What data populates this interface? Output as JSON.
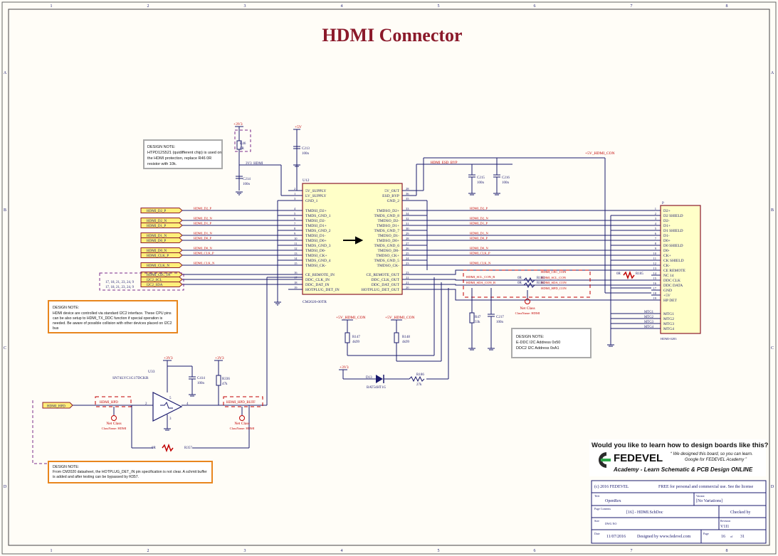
{
  "title": "HDMI Connector",
  "frame": {
    "cols": [
      "1",
      "2",
      "3",
      "4",
      "5",
      "6",
      "7",
      "8"
    ],
    "rows": [
      "A",
      "B",
      "C",
      "D"
    ]
  },
  "notes": {
    "note1": {
      "head": "DESIGN NOTE:",
      "l1": "HTPD12S521 (quidifferent chip) is used on",
      "l2": "the HDMI protection, replace R46 0R",
      "l3": "resistor with 10k."
    },
    "note2": {
      "head": "DESIGN NOTE:",
      "l1": "HDMI device are controlled via standard I2C2 interface. These CPU pins",
      "l2": "can be also setup to HDMI_TX_DDC function if special operation is",
      "l3": "needed. Be aware of possible collision with other devices placed on I2C2",
      "l4": "bus"
    },
    "note3": {
      "head": "DESIGN NOTE:",
      "l1": "E-DDC I2C Address 0x50",
      "l2": "DDC2 I2C Address 0xA1"
    },
    "note4": {
      "head": "DESIGN NOTE:",
      "l1": "From CM2020 datasheet, the HOTPLUG_DET_IN pin specification is not clear. A schmit buffer",
      "l2": "is added and after testing can be bypassed by R357."
    }
  },
  "u12": {
    "ref": "U12",
    "part": "CM2020-00TR",
    "left_pins": [
      {
        "num": "2",
        "name": "5V_SUPPLY"
      },
      {
        "num": "1",
        "name": "LV_SUPPLY"
      },
      {
        "num": "3",
        "name": "GND_1"
      },
      {
        "num": "4",
        "name": "TMDSI_D2+"
      },
      {
        "num": "5",
        "name": "TMDS_GND_1"
      },
      {
        "num": "6",
        "name": "TMDSI_D2-"
      },
      {
        "num": "7",
        "name": "TMDSI_D1+"
      },
      {
        "num": "8",
        "name": "TMDS_GND_2"
      },
      {
        "num": "9",
        "name": "TMDSI_D1-"
      },
      {
        "num": "10",
        "name": "TMDSI_D0+"
      },
      {
        "num": "11",
        "name": "TMDS_GND_3"
      },
      {
        "num": "12",
        "name": "TMDSI_D0-"
      },
      {
        "num": "13",
        "name": "TMDSI_CK+"
      },
      {
        "num": "14",
        "name": "TMDS_GND_4"
      },
      {
        "num": "15",
        "name": "TMDSI_CK-"
      },
      {
        "num": "16",
        "name": "CE_REMOTE_IN"
      },
      {
        "num": "17",
        "name": "DDC_CLK_IN"
      },
      {
        "num": "18",
        "name": "DDC_DAT_IN"
      },
      {
        "num": "19",
        "name": "HOTPLUG_DET_IN"
      }
    ],
    "right_pins": [
      {
        "num": "28",
        "name": "5V_OUT"
      },
      {
        "num": "36",
        "name": "ESD_BYP"
      },
      {
        "num": "35",
        "name": "GND_2"
      },
      {
        "num": "33",
        "name": "TMDSO_D2+"
      },
      {
        "num": "34",
        "name": "TMDS_GND_8"
      },
      {
        "num": "32",
        "name": "TMDSO_D2-"
      },
      {
        "num": "31",
        "name": "TMDSO_D1+"
      },
      {
        "num": "30",
        "name": "TMDS_GND_7"
      },
      {
        "num": "29",
        "name": "TMDSO_D1-"
      },
      {
        "num": "28",
        "name": "TMDSO_D0+"
      },
      {
        "num": "27",
        "name": "TMDS_GND_6"
      },
      {
        "num": "26",
        "name": "TMDSO_D0-"
      },
      {
        "num": "25",
        "name": "TMDSO_CK+"
      },
      {
        "num": "24",
        "name": "TMDS_GND_5"
      },
      {
        "num": "23",
        "name": "TMDSO_CK-"
      },
      {
        "num": "23",
        "name": "CE_REMOTE_OUT"
      },
      {
        "num": "22",
        "name": "DDC_CLK_OUT"
      },
      {
        "num": "21",
        "name": "DDC_DAT_OUT"
      },
      {
        "num": "20",
        "name": "HOTPLUG_DET_OUT"
      }
    ]
  },
  "conn": {
    "ref": "P",
    "part": "HDMI-0283",
    "pins": [
      {
        "num": "1",
        "name": "D2+"
      },
      {
        "num": "2",
        "name": "D2 SHIELD"
      },
      {
        "num": "3",
        "name": "D2-"
      },
      {
        "num": "4",
        "name": "D1+"
      },
      {
        "num": "5",
        "name": "D1 SHIELD"
      },
      {
        "num": "6",
        "name": "D1-"
      },
      {
        "num": "7",
        "name": "D0+"
      },
      {
        "num": "8",
        "name": "D0 SHIELD"
      },
      {
        "num": "9",
        "name": "D0-"
      },
      {
        "num": "10",
        "name": "CK+"
      },
      {
        "num": "11",
        "name": "CK SHIELD"
      },
      {
        "num": "12",
        "name": "CK-"
      },
      {
        "num": "13",
        "name": "CE REMOTE"
      },
      {
        "num": "14",
        "name": "NC 14"
      },
      {
        "num": "15",
        "name": "DDC CLK"
      },
      {
        "num": "16",
        "name": "DDC DATA"
      },
      {
        "num": "17",
        "name": "GND"
      },
      {
        "num": "18",
        "name": "+5V"
      },
      {
        "num": "19",
        "name": "HP DET"
      }
    ],
    "mtg": [
      {
        "num": "MTG1",
        "name": "MTG1"
      },
      {
        "num": "MTG2",
        "name": "MTG2"
      },
      {
        "num": "MTG3",
        "name": "MTG3"
      },
      {
        "num": "MTG4",
        "name": "MTG4"
      }
    ]
  },
  "ports_left": [
    "HDMI_D2_P",
    "HDMI_D2_N",
    "HDMI_D1_P",
    "HDMI_D1_N",
    "HDMI_D0_P",
    "HDMI_D0_N",
    "HDMI_CLK_P",
    "HDMI_CLK_N",
    "HDMI_CEC_IN",
    "I2C2_SCL",
    "I2C2_SDA"
  ],
  "port_refs": "17, 18, 21, 23, 24, 9",
  "net_in": [
    "HDMI_D2_P",
    "HDMI_D2_N",
    "HDMI_D1_P",
    "HDMI_D1_N",
    "HDMI_D0_P",
    "HDMI_D0_N",
    "HDMI_CLK_P",
    "HDMI_CLK_N"
  ],
  "net_out": [
    "HDMI_D2_P",
    "HDMI_D2_N",
    "HDMI_D1_P",
    "HDMI_D1_N",
    "HDMI_D0_P",
    "HDMI_D0_N",
    "HDMI_CLK_P",
    "HDMI_CLK_N"
  ],
  "parts": {
    "pwr_3v3": "+3V3",
    "pwr_5v": "+5V",
    "pwr_5v_hdmi": "+5V_HDMI_CON",
    "r46": {
      "ref": "R46",
      "val": "0R"
    },
    "c214": {
      "ref": "C214",
      "val": "100n"
    },
    "c213": {
      "ref": "C213",
      "val": "100n"
    },
    "c215": {
      "ref": "C215",
      "val": "100n"
    },
    "c216": {
      "ref": "C216",
      "val": "100n"
    },
    "c217": {
      "ref": "C217",
      "val": "100n"
    },
    "r47": {
      "ref": "R47",
      "val": "33k"
    },
    "r147": {
      "ref": "R147",
      "val": "4k99"
    },
    "r148": {
      "ref": "R148",
      "val": "4k99"
    },
    "r183": {
      "ref": "R183",
      "val": "0R"
    },
    "r184": {
      "ref": "R184",
      "val": "0R"
    },
    "r186": {
      "ref": "R186",
      "val": "27k"
    },
    "r185": {
      "ref": "R185",
      "val": "0R"
    },
    "r336": {
      "ref": "R336",
      "val": "47k"
    },
    "r357": {
      "ref": "R357",
      "val": "0R"
    },
    "c414": {
      "ref": "C414",
      "val": "100n"
    },
    "d13": {
      "ref": "D13",
      "val": "BAT54HT1G"
    },
    "u33": {
      "ref": "U33",
      "val": "SN74LVC1G17DCKR"
    },
    "hdmi_esd_byp": "HDMI_ESD_BYP",
    "hdmi_3v3": "3V3_HDMI",
    "hpd_port": "HDMI_HPD",
    "hpd_net": "HDMI_HPD",
    "hpd_buff": "HDMI_HPD_BUFF",
    "net_class": "Net Class",
    "class_name": "ClassName: HDMI",
    "i2c": [
      "HDMI_SCL_CON_R",
      "HDMI_SDA_CON_R",
      "HDMI_SCL_CON",
      "HDMI_SDA_CON",
      "HDMI_CEC_CON",
      "HDMI_HPD_CON"
    ],
    "u33_pins": {
      "in": "2",
      "out": "4",
      "vcc": "5",
      "gnd": "3"
    }
  },
  "ad": {
    "q": "Would you like to learn how to design boards like this?",
    "brand": "FEDEVEL",
    "quote1": "“ We designed this board, so you can learn.",
    "quote2": "Google for FEDEVEL Academy ”",
    "tag": "Academy - Learn Schematic & PCB Design ONLINE"
  },
  "title_block": {
    "copyright": "(c) 2016 FEDEVEL",
    "license": "FREE for personal and commercial use. See the license",
    "title_lbl": "Title",
    "title_val": "OpenRex",
    "variant_lbl": "Variant",
    "variant_val": "[No Variations]",
    "contents_lbl": "Page Contents",
    "contents_val": "[16] - HDMI.SchDoc",
    "checked_lbl": "Checked by",
    "size_lbl": "Size",
    "size_val": "DWG NO",
    "rev_lbl": "Revision",
    "rev_val": "V1I1",
    "date_lbl": "Date",
    "date_val": "11/07/2016",
    "designed": "Designed by www.fedevel.com",
    "page_lbl": "Page",
    "page_num": "16",
    "of_lbl": "of",
    "page_total": "31"
  }
}
